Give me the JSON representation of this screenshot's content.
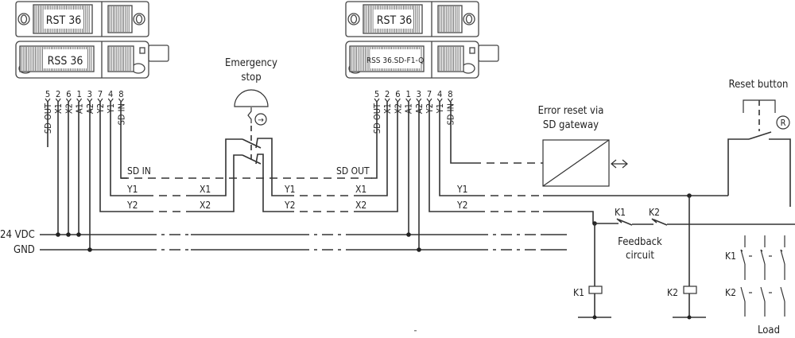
{
  "diagram": {
    "type": "safety-circuit-wiring",
    "sensor_left": {
      "actuator_label": "RST 36",
      "sensor_label": "RSS 36",
      "pins": [
        {
          "num": "5",
          "name": "SD OUT"
        },
        {
          "num": "2",
          "name": "X1"
        },
        {
          "num": "6",
          "name": "X2"
        },
        {
          "num": "1",
          "name": "A1"
        },
        {
          "num": "3",
          "name": "A2"
        },
        {
          "num": "7",
          "name": "Y2"
        },
        {
          "num": "4",
          "name": "Y1"
        },
        {
          "num": "8",
          "name": "SD IN"
        }
      ]
    },
    "sensor_right": {
      "actuator_label": "RST 36",
      "sensor_label": "RSS 36.SD-F1-Q",
      "pins": [
        {
          "num": "5",
          "name": "SD OUT"
        },
        {
          "num": "2",
          "name": "X1"
        },
        {
          "num": "6",
          "name": "X2"
        },
        {
          "num": "1",
          "name": "A1"
        },
        {
          "num": "3",
          "name": "A2"
        },
        {
          "num": "7",
          "name": "Y2"
        },
        {
          "num": "4",
          "name": "Y1"
        },
        {
          "num": "8",
          "name": "SD IN"
        }
      ]
    },
    "rails": {
      "supply": "24  VDC",
      "ground": "GND"
    },
    "emergency_stop": {
      "title_line1": "Emergency",
      "title_line2": "stop",
      "symbol": "→"
    },
    "wire_labels": {
      "sd_in": "SD  IN",
      "sd_out": "SD  OUT",
      "y1": "Y1",
      "y2": "Y2",
      "x1": "X1",
      "x2": "X2"
    },
    "gateway": {
      "title_line1": "Error reset via",
      "title_line2": "SD gateway",
      "arrow": "<->"
    },
    "reset_button": {
      "title": "Reset button",
      "symbol": "R"
    },
    "feedback": {
      "title_line1": "Feedback",
      "title_line2": "circuit",
      "contact_k1": "K1",
      "contact_k2": "K2"
    },
    "coils": {
      "k1": "K1",
      "k2": "K2"
    },
    "load": {
      "k1": "K1",
      "k2": "K2",
      "title": "Load"
    }
  }
}
